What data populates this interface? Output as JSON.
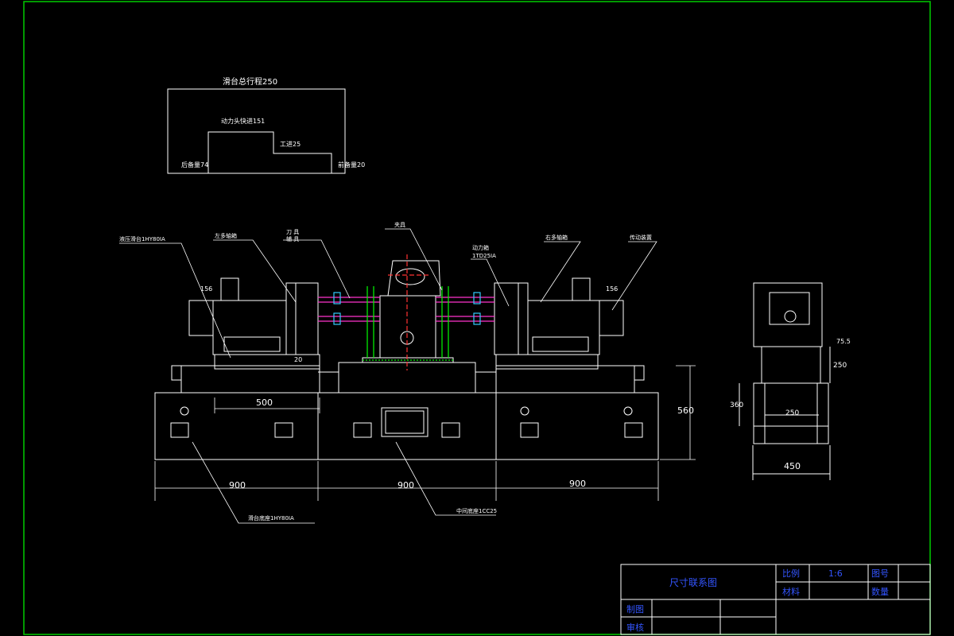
{
  "colors": {
    "background": "#000000",
    "frame": "#00cc00",
    "lines": "#ffffff",
    "accent_green": "#00ff00",
    "accent_magenta": "#ff33cc",
    "accent_cyan": "#33ccff",
    "accent_red": "#ff3333",
    "title_text": "#3355ff"
  },
  "stroke_diagram": {
    "title": "滑台总行程250",
    "fast_forward": "动力头快进151",
    "work_feed": "工进25",
    "rear_reserve": "后备量74",
    "front_reserve": "前备量20"
  },
  "callouts": {
    "hydraulic_slide": "液压滑台1HY80IA",
    "left_spindle_box": "左多轴箱",
    "tool": "刀  具",
    "tool_holder": "辅  具",
    "fixture": "夹具",
    "power_box": "动力箱",
    "power_box_model": "1TD25IA",
    "right_spindle_box": "右多轴箱",
    "transmission": "传动装置",
    "slide_base": "滑台底座1HY80IA",
    "middle_base": "中间底座1CC25"
  },
  "dimensions": {
    "d500": "500",
    "d900_left": "900",
    "d900_mid": "900",
    "d900_right": "900",
    "d560": "560",
    "d20": "20",
    "d156_left": "156",
    "d156_right": "156",
    "side_360": "360",
    "side_250_v": "250",
    "side_250_h": "250",
    "side_450": "450",
    "side_75": "75.5"
  },
  "title_block": {
    "drawing_name": "尺寸联系图",
    "scale_label": "比例",
    "scale_value": "1:6",
    "drawing_no_label": "图号",
    "material_label": "材料",
    "quantity_label": "数量",
    "drawn_by_label": "制图",
    "checked_by_label": "审核"
  }
}
